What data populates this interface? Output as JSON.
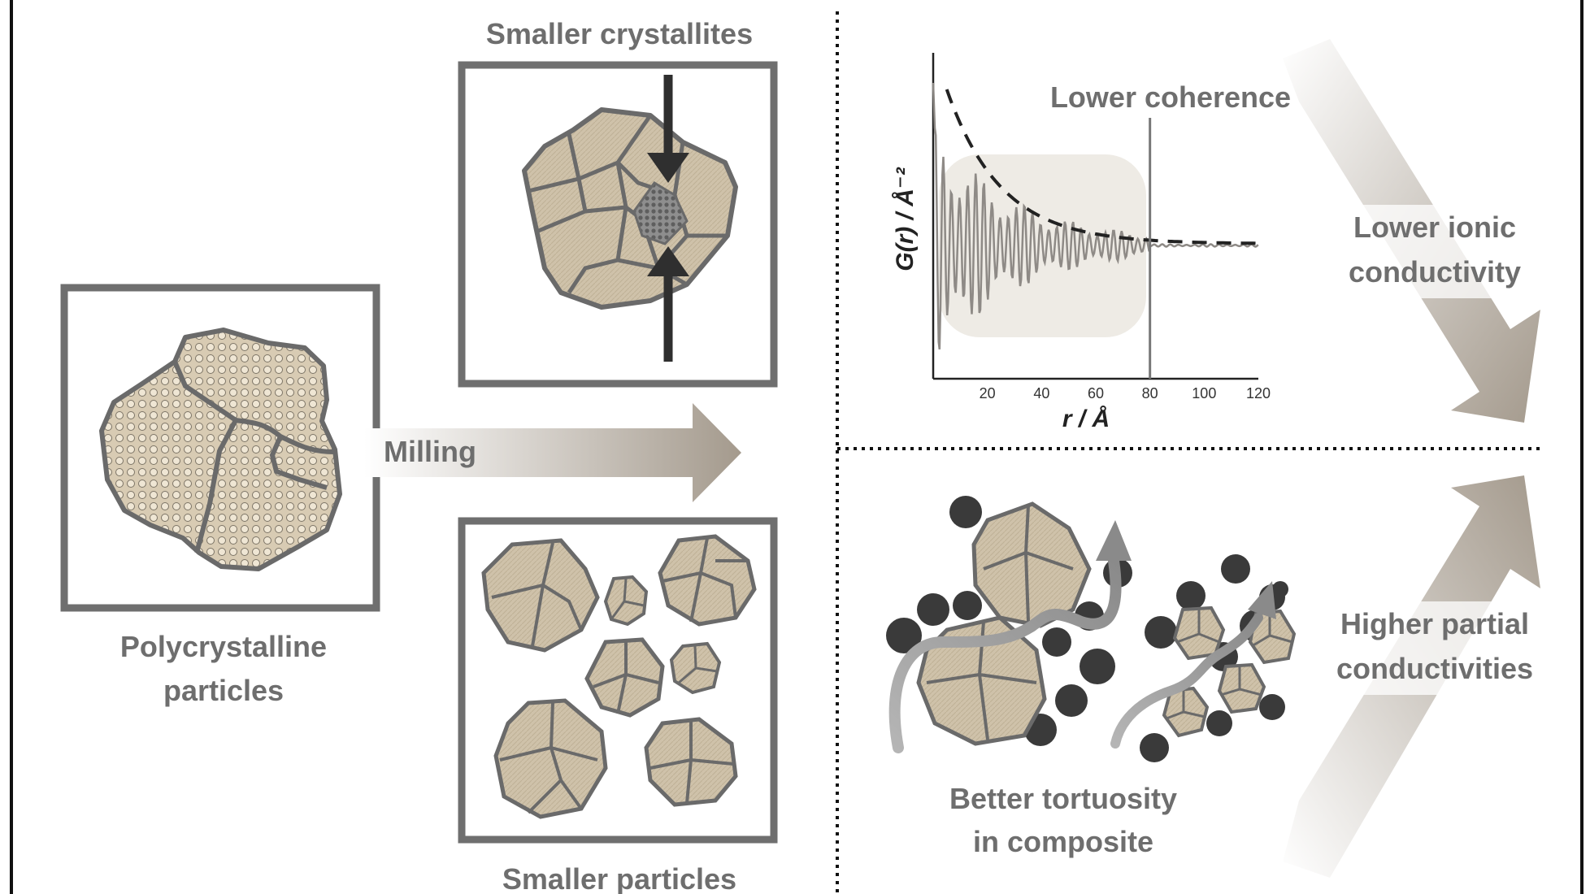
{
  "labels": {
    "smaller_crystallites": "Smaller crystallites",
    "milling": "Milling",
    "polycrystalline_line1": "Polycrystalline",
    "polycrystalline_line2": "particles",
    "smaller_particles": "Smaller particles",
    "lower_coherence": "Lower coherence",
    "lower_ionic_line1": "Lower ionic",
    "lower_ionic_line2": "conductivity",
    "higher_partial_line1": "Higher partial",
    "higher_partial_line2": "conductivities",
    "tortuosity_line1": "Better tortuosity",
    "tortuosity_line2": "in composite"
  },
  "chart_data": {
    "type": "line",
    "ylabel": "G(r) / Å⁻²",
    "xlabel": "r / Å",
    "xticks": [
      20,
      40,
      60,
      80,
      100,
      120
    ],
    "xtick_labels": [
      "20",
      "40",
      "60",
      "80",
      "100",
      "120"
    ],
    "xlim": [
      0,
      120
    ],
    "series": [
      {
        "style": "solid-oscillating",
        "x_range": [
          0,
          120
        ]
      },
      {
        "style": "dashed-envelope",
        "x_range": [
          5,
          120
        ]
      }
    ],
    "marker_line_x": 80
  },
  "colors": {
    "frame": "#6f6f6f",
    "particle_fill": "#cfc2aa",
    "particle_outline": "#6a6a6a",
    "arrow_dark": "#2f2f2f",
    "carbon_dark": "#3a3a3a",
    "text_gray": "#6e6e6e",
    "arrow_beige": "#a89e92"
  }
}
